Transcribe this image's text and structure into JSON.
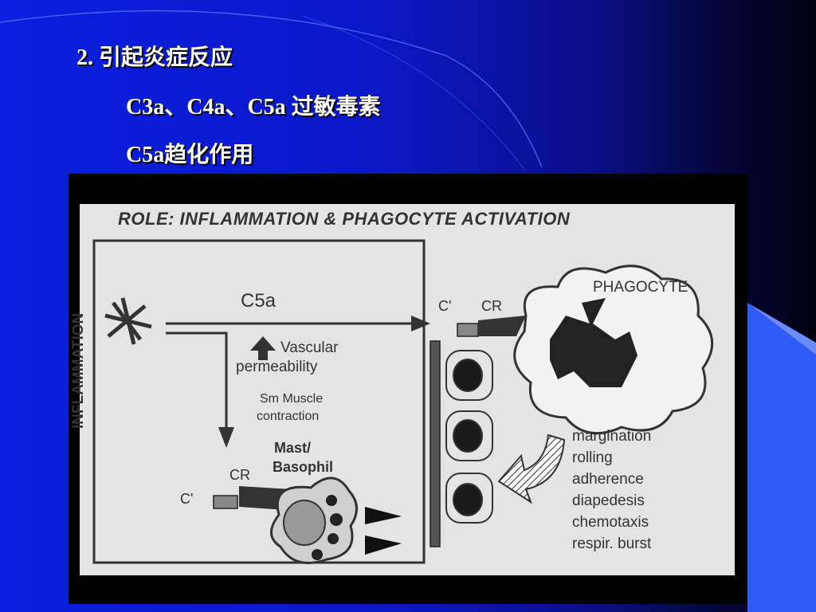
{
  "slide": {
    "line1": "2.  引起炎症反应",
    "line2": "C3a、C4a、C5a 过敏毒素",
    "line3": "C5a趋化作用"
  },
  "figure": {
    "title": "ROLE: INFLAMMATION & PHAGOCYTE ACTIVATION",
    "c5a_label": "C5a",
    "vascular_line1": "Vascular",
    "vascular_line2": "permeability",
    "muscle_line1": "Sm Muscle",
    "muscle_line2": "contraction",
    "mast_line1": "Mast/",
    "mast_line2": "Basophil",
    "cr_left": "CR",
    "c_prime_left": "C'",
    "c_prime_right": "C'",
    "cr_right": "CR",
    "phagocyte": "PHAGOCYTE",
    "inflammation": "INFLAMMATION",
    "steps": [
      "margination",
      "rolling",
      "adherence",
      "diapedesis",
      "chemotaxis",
      "respir. burst"
    ]
  },
  "colors": {
    "background": "#0a1fe0",
    "accent": "#3a6cff",
    "text": "#ffffff"
  }
}
